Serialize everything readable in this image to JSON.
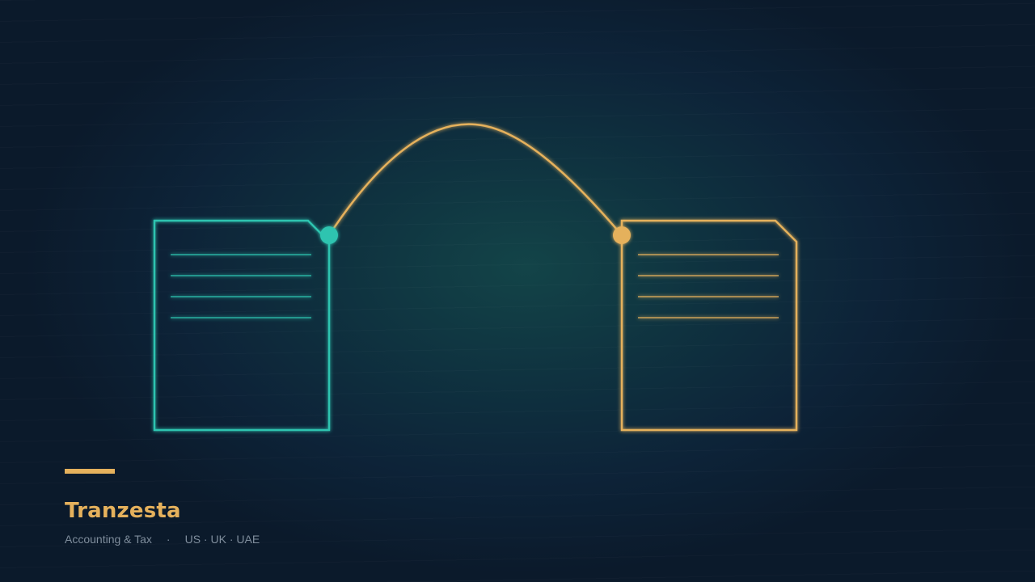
{
  "brand": {
    "name": "Tranzesta",
    "service": "Accounting & Tax",
    "separator": "·",
    "regions": "US · UK · UAE"
  },
  "colors": {
    "teal": "#2ec4b0",
    "gold": "#e5b15c",
    "background": "#0d2338",
    "muted_text": "#7f8d9c"
  },
  "icons": {
    "left_document": "document-icon",
    "right_document": "document-icon",
    "connector": "curved-connector-arrow"
  }
}
